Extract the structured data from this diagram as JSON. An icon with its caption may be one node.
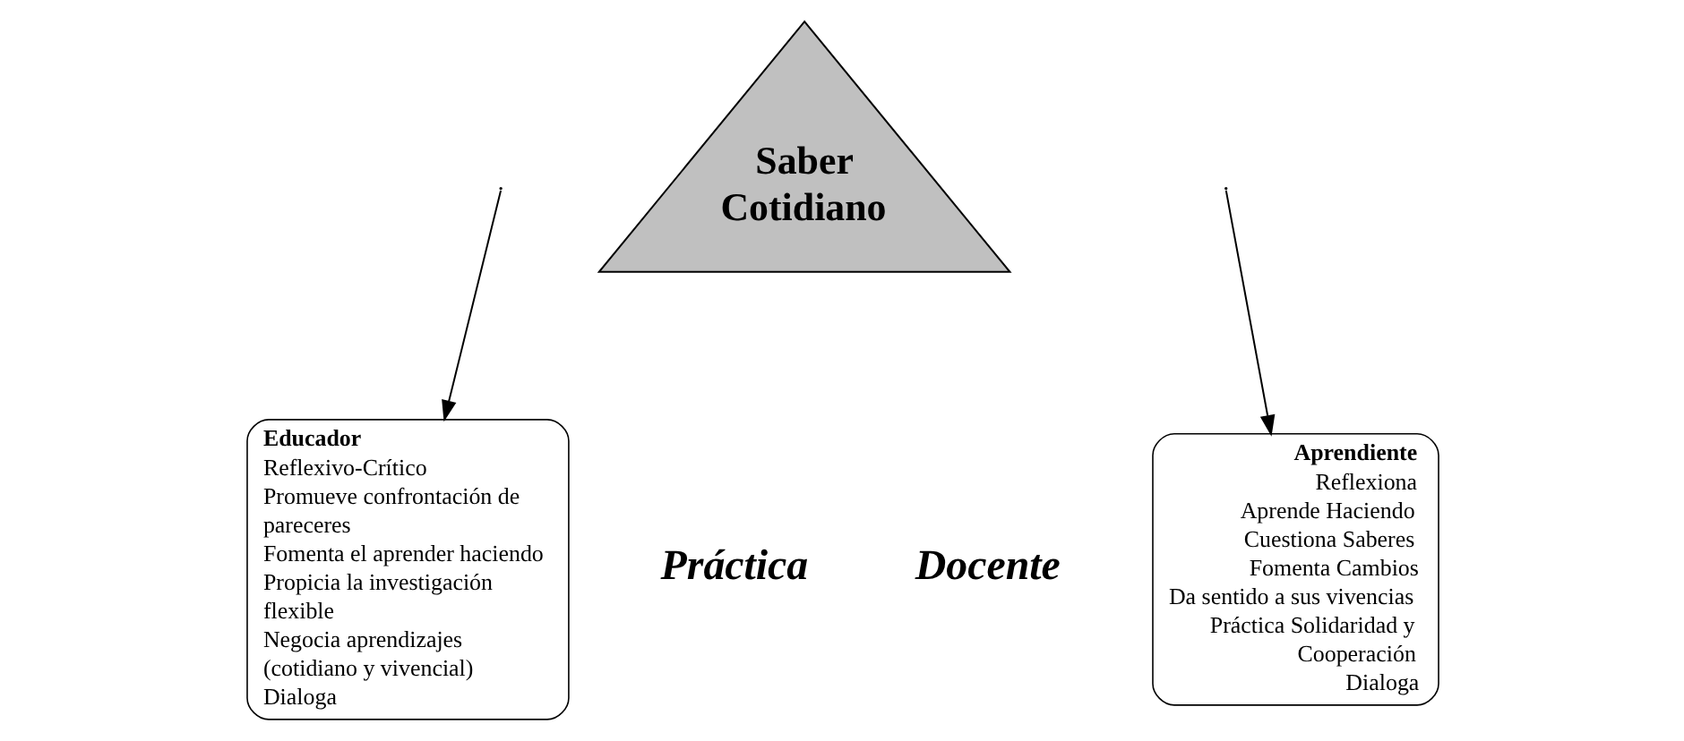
{
  "diagram": {
    "nodes": [
      {
        "text": [
          "Saber Cotidiano"
        ]
      },
      {
        "text": [
          "Educador",
          "Reflexivo-Crítico",
          "Promueve confrontación de pareceres",
          "Fomenta el aprender haciendo",
          "Propicia la investigación flexible",
          "Negocia aprendizajes (cotidiano y vivencial)",
          "Dialoga"
        ]
      },
      {
        "text": [
          "Aprendiente",
          "Reflexiona",
          "Aprende Haciendo",
          "Cuestiona Saberes",
          "Fomenta Cambios",
          "Da sentido a sus vivencias",
          "Práctica Solidaridad y Cooperación",
          "Dialoga"
        ]
      }
    ],
    "edges": [
      {
        "from": null,
        "to": 1,
        "arrow": "to"
      },
      {
        "from": null,
        "to": 2,
        "arrow": "to"
      }
    ],
    "labels": [
      "Práctica",
      "Docente"
    ]
  }
}
